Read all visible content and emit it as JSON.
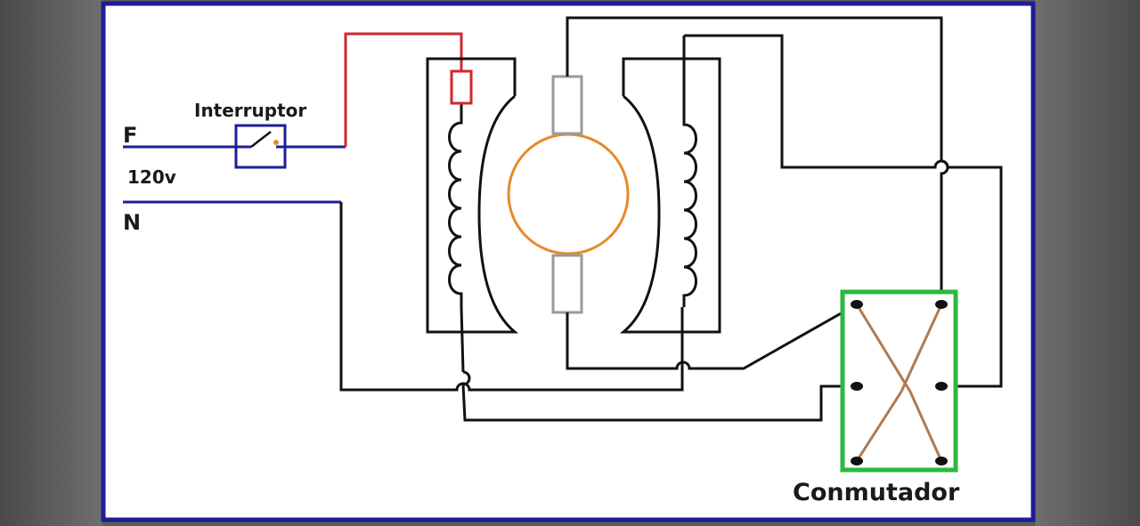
{
  "labels": {
    "phase": "F",
    "voltage": "120v",
    "neutral": "N",
    "switch": "Interruptor",
    "commutator": "Conmutador"
  },
  "colors": {
    "frame": "#1e1e96",
    "line": "#1e1e96",
    "wire": "#111111",
    "hot_wire": "#d22630",
    "rotor": "#e8892a",
    "brush": "#9a9a9a",
    "commutator_box": "#2eb83e",
    "commutator_link": "#b07a50",
    "background": "#ffffff"
  }
}
